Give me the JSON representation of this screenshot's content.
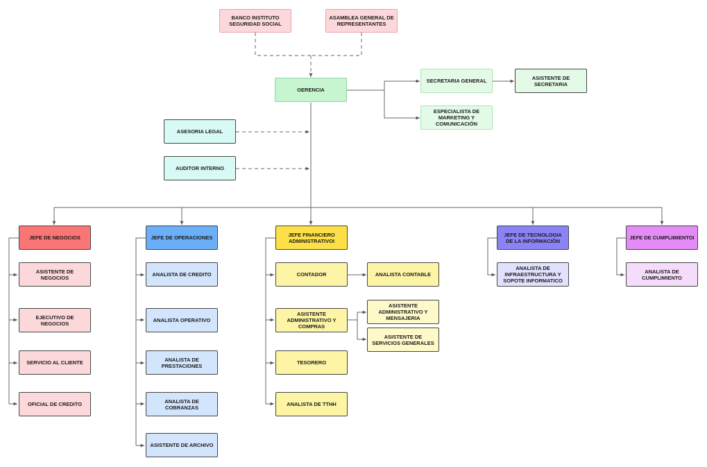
{
  "colors": {
    "pink_light": "#fdd8da",
    "green": "#c6f5d0",
    "green_light": "#e3fae7",
    "cyan_light": "#d8faf5",
    "red": "#f97576",
    "red_light": "#fdd8da",
    "blue": "#6aaff7",
    "blue_light": "#d3e5fc",
    "yellow": "#fde047",
    "yellow_light": "#fdf5a5",
    "yellow_pale": "#fdf9c8",
    "purple": "#8b83f5",
    "purple_light": "#e1e0fd",
    "magenta": "#e48cf5",
    "magenta_light": "#f6dcfb",
    "line": "#555555"
  },
  "nodes": {
    "banco": "BANCO INSTITUTO SEGURIDAD SOCIAL",
    "asamblea": "ASAMBLEA GENERAL DE REPRESENTANTES",
    "gerencia": "GERENCIA",
    "secretaria": "SECRETARIA GENERAL",
    "asistente_secretaria": "ASISTENTE DE SECRETARIA",
    "marketing": "ESPECIALISTA DE MARKETING Y COMUNICACIÓN",
    "asesoria": "ASESORIA LEGAL",
    "auditor": "AUDITOR INTERNO",
    "jefe_negocios": "JEFE DE NEGOCIOS",
    "asistente_negocios": "ASISTENTE DE NEGOCIOS",
    "ejecutivo_negocios": "EJECUTIVO DE NEGOCIOS",
    "servicio_cliente": "SERVICIO AL CLIENTE",
    "oficial_credito": "OFICIAL DE CREDITO",
    "jefe_operaciones": "JEFE DE OPERACIONES",
    "analista_credito": "ANALISTA DE CREDITO",
    "analista_operativo": "ANALISTA OPERATIVO",
    "analista_prestaciones": "ANALISTA DE PRESTACIONES",
    "analista_cobranzas": "ANALISTA DE COBRANZAS",
    "asistente_archivo": "ASISTENTE DE ARCHIVO",
    "jefe_financiero": "JEFE FINANCIERO ADMINISTRATIVOI",
    "contador": "CONTADOR",
    "analista_contable": "ANALISTA CONTABLE",
    "asistente_admin_compras": "ASISTENTE ADMINISTRATIVO Y COMPRAS",
    "asistente_admin_mensajeria": "ASISTENTE ADMINISTRATIVO Y MENSAJERIA",
    "asistente_servicios": "ASISTENTE DE SERVICIOS GENERALES",
    "tesorero": "TESORERO",
    "analista_tthh": "ANALISTA DE TTHH",
    "jefe_tecnologia": "JEFE DE TECNOLOGIA DE LA INFORMACIÓN",
    "analista_infraestructura": "ANALISTA DE INFRAESTRUCTURA Y SOPOTE INFORMATICO",
    "jefe_cumplimiento": "JEFE DE CUMPLIMIENTOI",
    "analista_cumplimiento": "ANALISTA DE CUMPLIMIENTO"
  }
}
